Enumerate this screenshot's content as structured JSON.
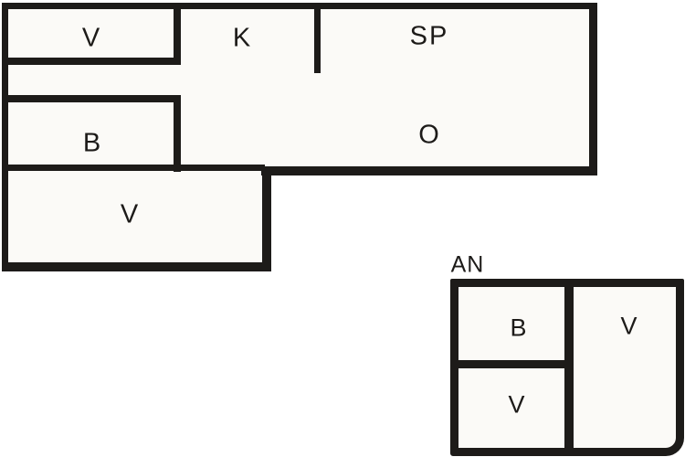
{
  "figure": {
    "type": "floor-plan",
    "background": "#ffffff",
    "wall_color": "#1d1b19",
    "room_fill": "#fbfaf7",
    "text_color": "#1d1b19"
  },
  "main_building": {
    "rooms": {
      "v_top": {
        "label": "V"
      },
      "k": {
        "label": "K"
      },
      "sp": {
        "label": "SP"
      },
      "o": {
        "label": "O"
      },
      "b": {
        "label": "B"
      },
      "v_lower": {
        "label": "V"
      }
    }
  },
  "annex": {
    "title": "AN",
    "rooms": {
      "b": {
        "label": "B"
      },
      "v_right": {
        "label": "V"
      },
      "v_lower": {
        "label": "V"
      }
    }
  }
}
